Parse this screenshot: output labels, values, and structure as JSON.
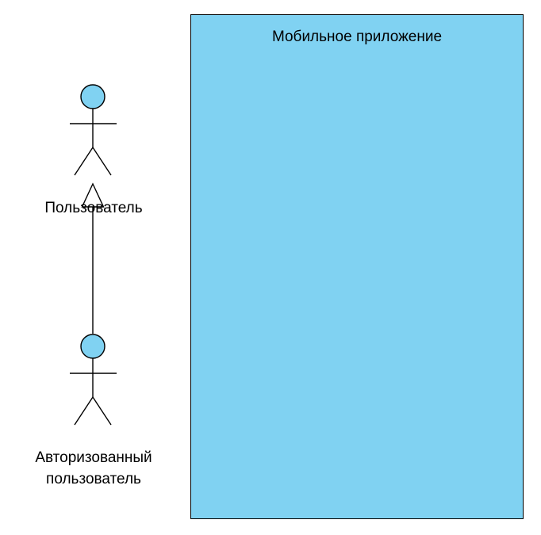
{
  "diagram": {
    "type": "uml-use-case-diagram",
    "colors": {
      "shape_fill": "#80D2F2",
      "stroke": "#000000",
      "background": "#FFFFFF",
      "triangle_fill": "#FFFFFF"
    },
    "system_boundary": {
      "label": "Мобильное приложение"
    },
    "actors": [
      {
        "id": "user",
        "label": "Пользователь"
      },
      {
        "id": "authorized-user",
        "label_line1": "Авторизованный",
        "label_line2": "пользователь"
      }
    ],
    "relationships": [
      {
        "type": "generalization",
        "from": "authorized-user",
        "to": "user"
      }
    ]
  }
}
